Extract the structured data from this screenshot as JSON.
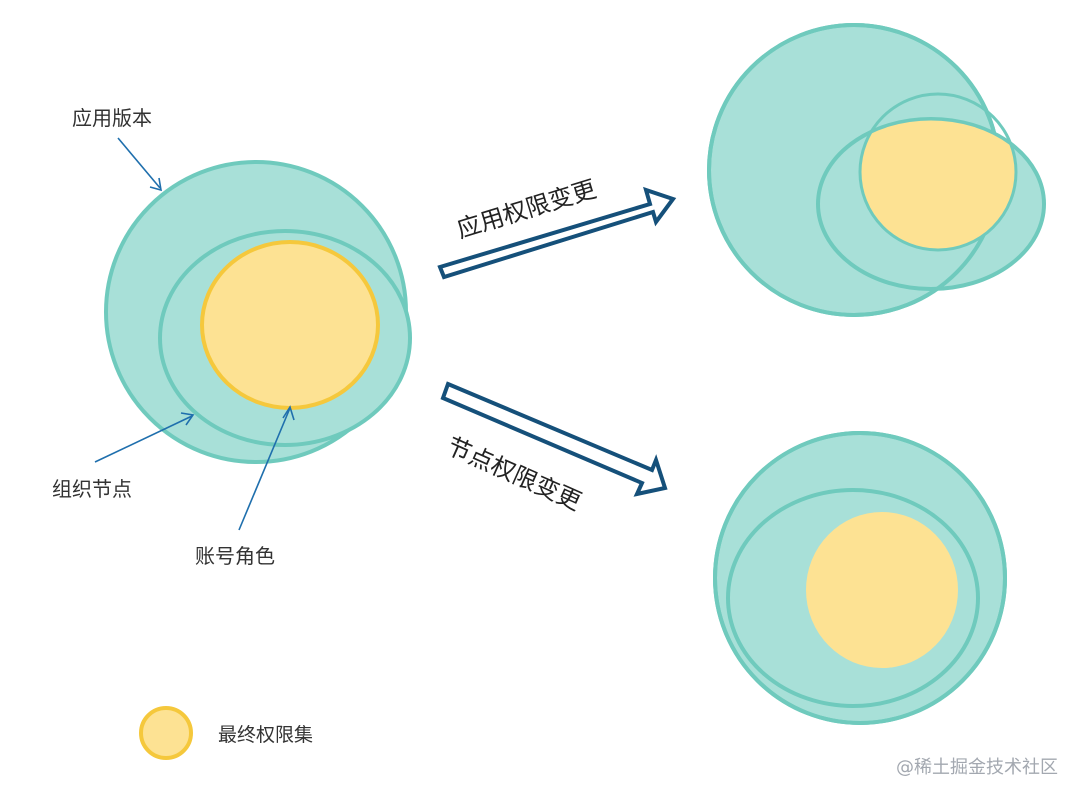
{
  "colors": {
    "teal_fill": "#a8e0d8",
    "teal_stroke": "#6fcabd",
    "yellow_fill": "#fde293",
    "yellow_stroke": "#f5c83c",
    "arrow_stroke": "#15507a",
    "pointer_line": "#1f6fad",
    "text": "#333333",
    "watermark": "#a3a8b0"
  },
  "labels": {
    "app_version": "应用版本",
    "org_node": "组织节点",
    "account_role": "账号角色"
  },
  "arrows": {
    "app_permission_change": "应用权限变更",
    "node_permission_change": "节点权限变更"
  },
  "legend": {
    "final_permission_set": "最终权限集"
  },
  "watermark": "@稀土掘金技术社区"
}
